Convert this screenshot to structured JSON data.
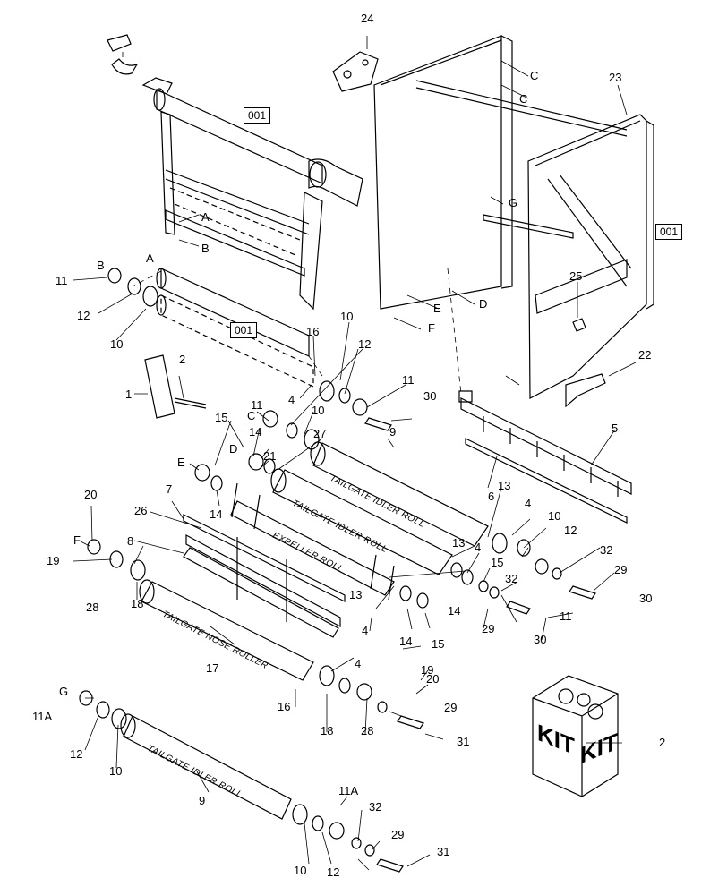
{
  "labels": {
    "A": "A",
    "B": "B",
    "C": "C",
    "D": "D",
    "E": "E",
    "F": "F",
    "G": "G",
    "n1": "1",
    "n2": "2",
    "n4": "4",
    "n5": "5",
    "n6": "6",
    "n7": "7",
    "n8": "8",
    "n9": "9",
    "n10": "10",
    "n11": "11",
    "n11a": "11A",
    "n12": "12",
    "n13": "13",
    "n14": "14",
    "n15": "15",
    "n16": "16",
    "n17": "17",
    "n18": "18",
    "n19": "19",
    "n20": "20",
    "n21": "21",
    "n22": "22",
    "n23": "23",
    "n24": "24",
    "n25": "25",
    "n26": "26",
    "n27": "27",
    "n28": "28",
    "n29": "29",
    "n30": "30",
    "n31": "31",
    "n32": "32"
  },
  "refs": {
    "box_001": "001"
  },
  "roll_texts": {
    "tailgate_idler_roll": "TAILGATE IDLER ROLL",
    "expeller_roll": "EXPELLER ROLL",
    "tailgate_nose_roller": "TAILGATE NOSE ROLLER"
  },
  "kit": {
    "left": "KIT",
    "right": "KIT"
  }
}
